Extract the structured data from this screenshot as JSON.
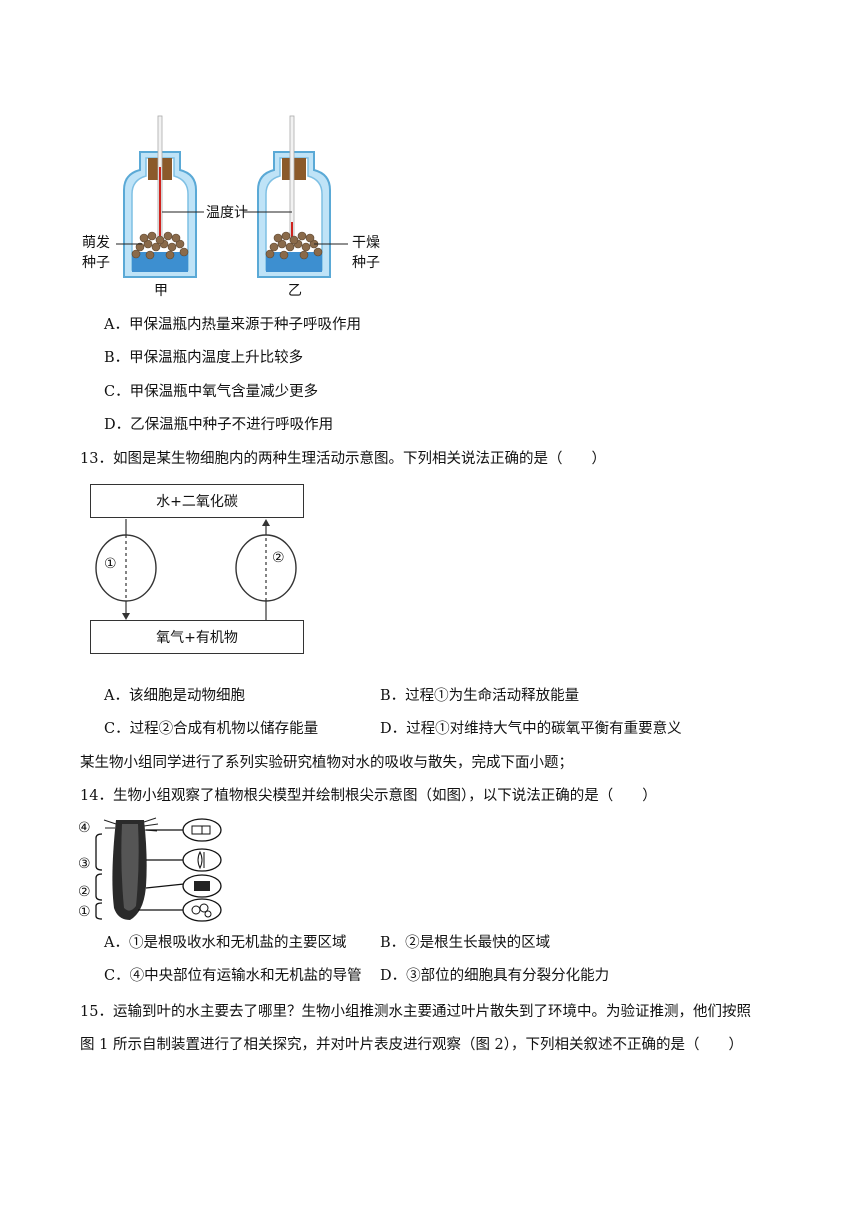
{
  "fig12": {
    "label_thermometer": "温度计",
    "label_left_seed_1": "萌发",
    "label_left_seed_2": "种子",
    "label_right_seed_1": "干燥",
    "label_right_seed_2": "种子",
    "bottle_a": "甲",
    "bottle_b": "乙"
  },
  "q12": {
    "options": [
      "A．甲保温瓶内热量来源于种子呼吸作用",
      "B．甲保温瓶内温度上升比较多",
      "C．甲保温瓶中氧气含量减少更多",
      "D．乙保温瓶中种子不进行呼吸作用"
    ]
  },
  "q13": {
    "stem": "13．如图是某生物细胞内的两种生理活动示意图。下列相关说法正确的是（　　）",
    "box_top": "水+二氧化碳",
    "box_bottom": "氧气+有机物",
    "process_1": "①",
    "process_2": "②",
    "options": [
      "A．该细胞是动物细胞",
      "B．过程①为生命活动释放能量",
      "C．过程②合成有机物以储存能量",
      "D．过程①对维持大气中的碳氧平衡有重要意义"
    ]
  },
  "intro": "某生物小组同学进行了系列实验研究植物对水的吸收与散失，完成下面小题；",
  "q14": {
    "stem": "14．生物小组观察了植物根尖模型并绘制根尖示意图（如图），以下说法正确的是（　　）",
    "zone_labels": [
      "④",
      "③",
      "②",
      "①"
    ],
    "options": [
      "A．①是根吸收水和无机盐的主要区域",
      "B．②是根生长最快的区域",
      "C．④中央部位有运输水和无机盐的导管",
      "D．③部位的细胞具有分裂分化能力"
    ]
  },
  "q15": {
    "stem_line1": "15．运输到叶的水主要去了哪里？生物小组推测水主要通过叶片散失到了环境中。为验证推测，他们按照",
    "stem_line2": "图 1 所示自制装置进行了相关探究，并对叶片表皮进行观察（图 2），下列相关叙述不正确的是（　　）"
  }
}
